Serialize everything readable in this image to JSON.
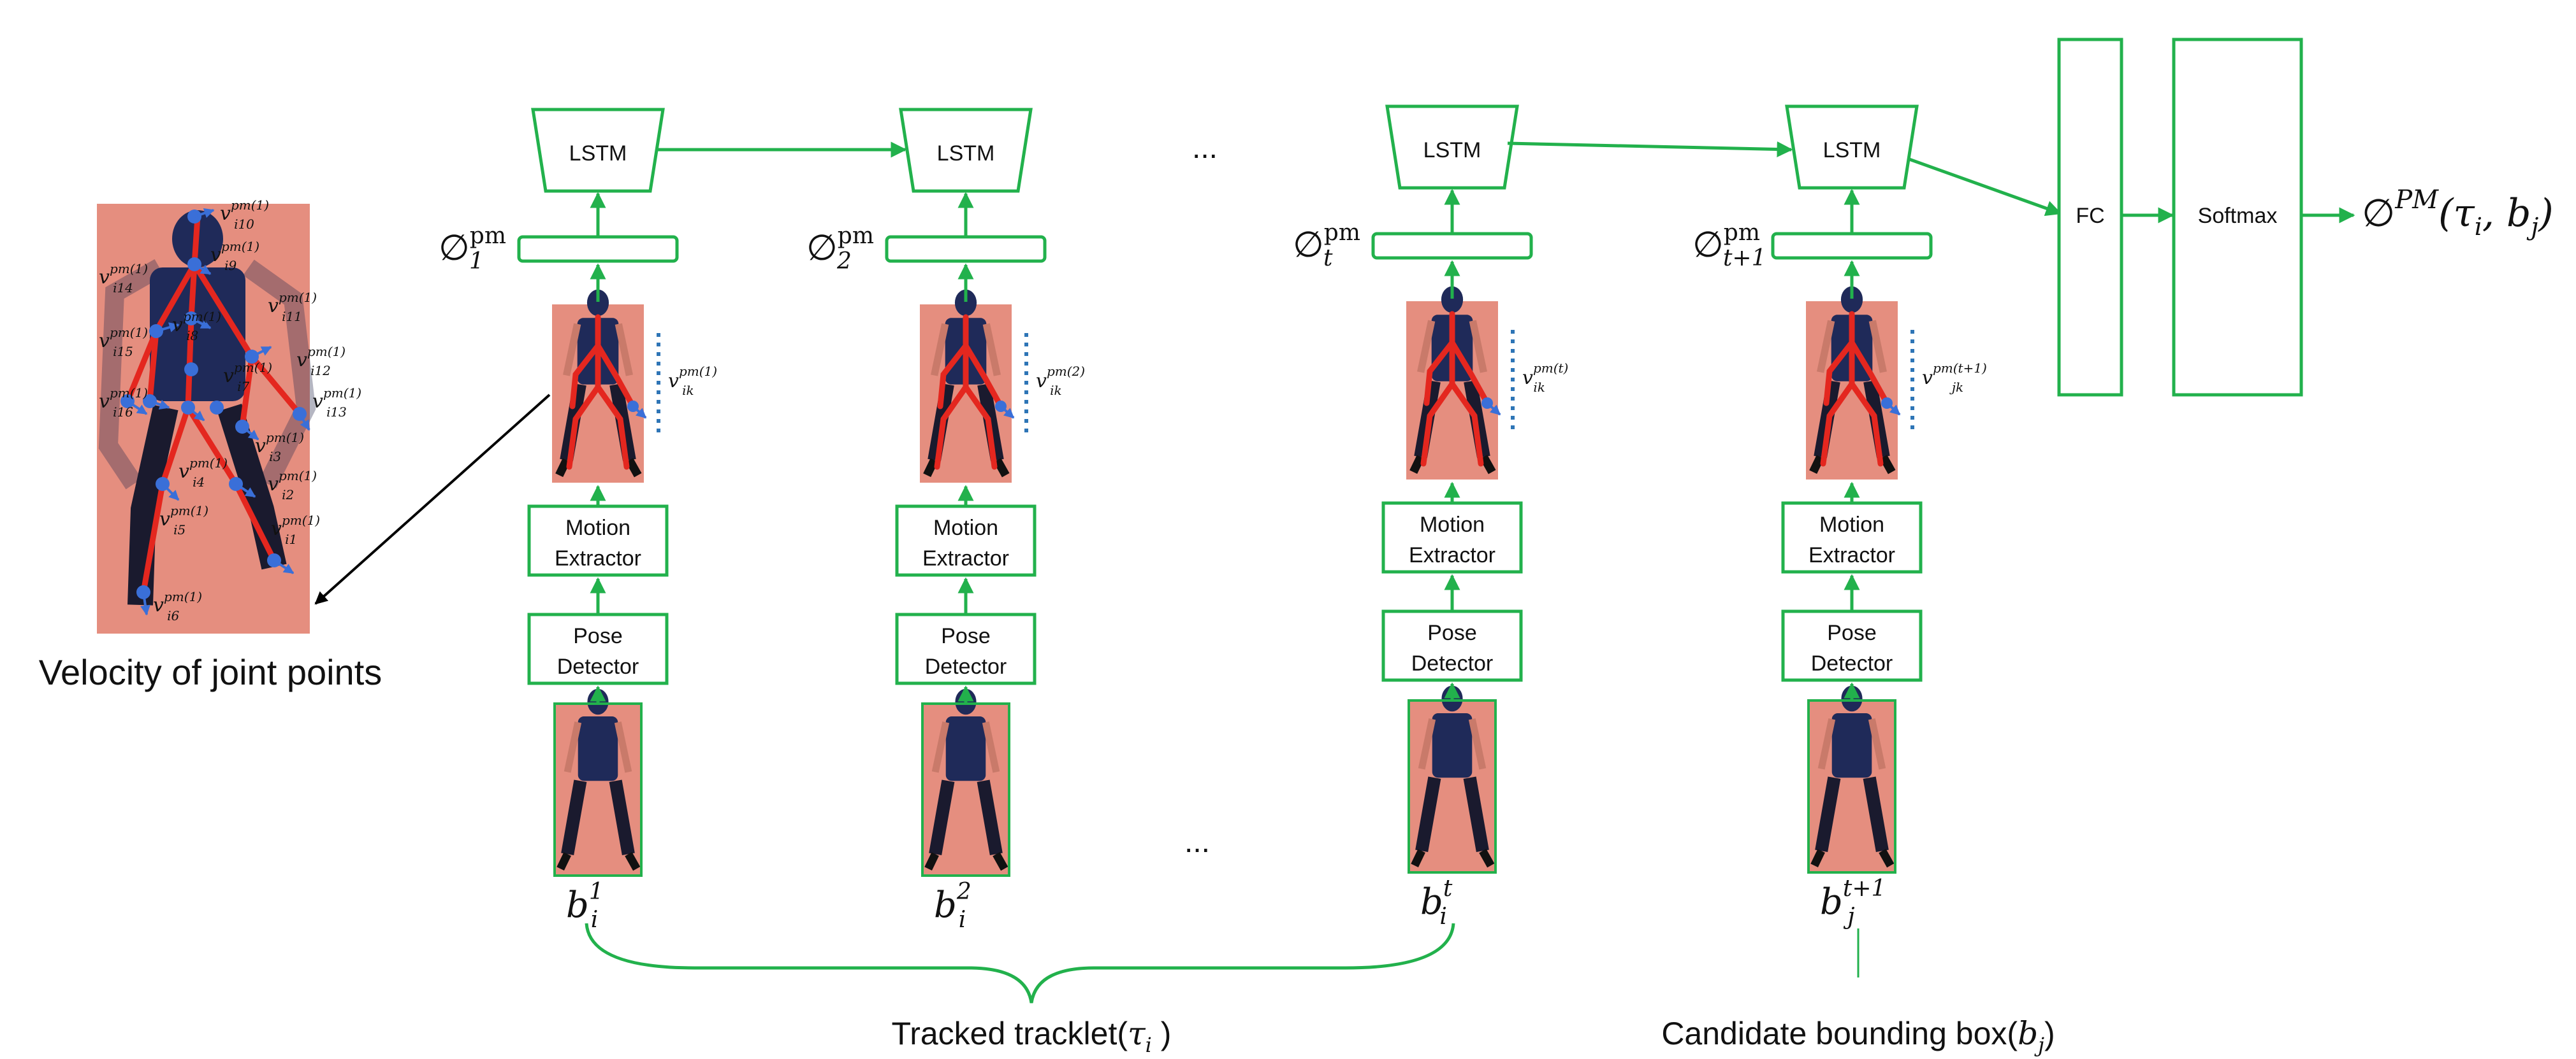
{
  "left_panel": {
    "caption": "Velocity of joint points",
    "joint_labels": [
      "v_i10^pm(1)",
      "v_i9^pm(1)",
      "v_i14^pm(1)",
      "v_i11^pm(1)",
      "v_i8^pm(1)",
      "v_i15^pm(1)",
      "v_i12^pm(1)",
      "v_i7^pm(1)",
      "v_i16^pm(1)",
      "v_i13^pm(1)",
      "v_i3^pm(1)",
      "v_i4^pm(1)",
      "v_i2^pm(1)",
      "v_i5^pm(1)",
      "v_i1^pm(1)",
      "v_i6^pm(1)"
    ]
  },
  "columns": [
    {
      "lstm": "LSTM",
      "feature_base": "∅",
      "feature_sub": "1",
      "feature_sup": "pm",
      "motion": [
        "Motion",
        "Extractor"
      ],
      "pose": [
        "Pose",
        "Detector"
      ],
      "vel_base": "v",
      "vel_sub": "ik",
      "vel_sup": "pm(1)",
      "box_base": "b",
      "box_sub": "i",
      "box_sup": "1"
    },
    {
      "lstm": "LSTM",
      "feature_base": "∅",
      "feature_sub": "2",
      "feature_sup": "pm",
      "motion": [
        "Motion",
        "Extractor"
      ],
      "pose": [
        "Pose",
        "Detector"
      ],
      "vel_base": "v",
      "vel_sub": "ik",
      "vel_sup": "pm(2)",
      "box_base": "b",
      "box_sub": "i",
      "box_sup": "2"
    },
    {
      "lstm": "LSTM",
      "feature_base": "∅",
      "feature_sub": "t",
      "feature_sup": "pm",
      "motion": [
        "Motion",
        "Extractor"
      ],
      "pose": [
        "Pose",
        "Detector"
      ],
      "vel_base": "v",
      "vel_sub": "ik",
      "vel_sup": "pm(t)",
      "box_base": "b",
      "box_sub": "i",
      "box_sup": "t"
    },
    {
      "lstm": "LSTM",
      "feature_base": "∅",
      "feature_sub": "t+1",
      "feature_sup": "pm",
      "motion": [
        "Motion",
        "Extractor"
      ],
      "pose": [
        "Pose",
        "Detector"
      ],
      "vel_base": "v",
      "vel_sub": "jk",
      "vel_sup": "pm(t+1)",
      "box_base": "b",
      "box_sub": "j",
      "box_sup": "t+1"
    }
  ],
  "ellipsis": "...",
  "fc": "FC",
  "softmax": "Softmax",
  "output": {
    "base": "∅",
    "sup": "PM",
    "args": "(τ",
    "args_sub1": "i",
    "args_mid": ", b",
    "args_sub2": "j",
    "args_end": ")"
  },
  "tracked_label": {
    "text": "Tracked tracklet(",
    "sym": "τ",
    "sub": "i",
    "end": " )"
  },
  "candidate_label": {
    "text": "Candidate bounding box(",
    "sym": "b",
    "sub": "j",
    "end": ")"
  },
  "colors": {
    "green": "#22b14c",
    "skeleton": "#e4271f",
    "joint": "#3a6fd8",
    "photo": "#e58e7f",
    "jersey": "#1f2a59"
  }
}
